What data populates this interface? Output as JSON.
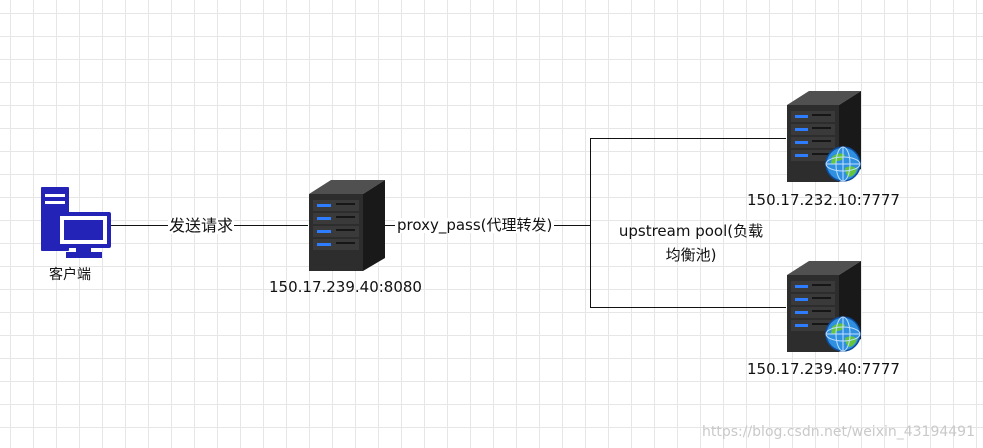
{
  "client": {
    "label": "客户端",
    "icon": "desktop-computer-icon",
    "color": "#2323b8"
  },
  "edges": {
    "client_to_proxy": "发送请求",
    "proxy_to_upstream": "proxy_pass(代理转发)"
  },
  "proxy_server": {
    "ip": "150.17.239.40:8080",
    "icon": "server-tower-icon"
  },
  "upstream": {
    "label": "upstream pool(负载均衡池)",
    "servers": [
      {
        "ip": "150.17.232.10:7777",
        "icon": "web-server-globe-icon"
      },
      {
        "ip": "150.17.239.40:7777",
        "icon": "web-server-globe-icon"
      }
    ]
  },
  "watermark": "https://blog.csdn.net/weixin_43194491"
}
